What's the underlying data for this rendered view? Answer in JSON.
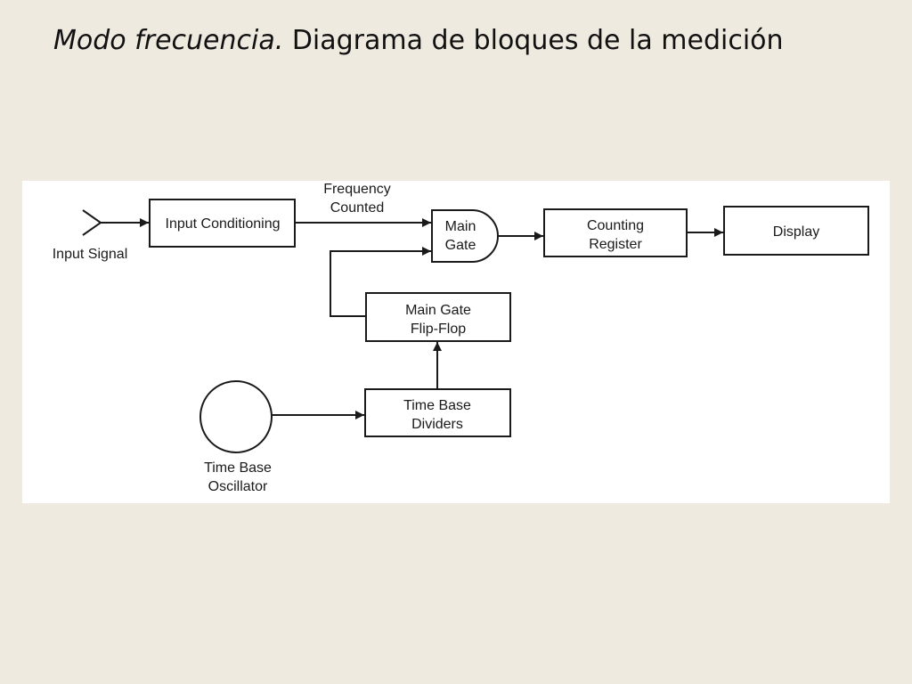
{
  "title": {
    "italic": "Modo frecuencia.",
    "normal": "Diagrama de bloques de la medición"
  },
  "diagram": {
    "input_signal": "Input Signal",
    "input_conditioning": "Input Conditioning",
    "frequency_counted": [
      "Frequency",
      "Counted"
    ],
    "main_gate": [
      "Main",
      "Gate"
    ],
    "counting_register": [
      "Counting",
      "Register"
    ],
    "display": "Display",
    "main_gate_flip_flop": [
      "Main Gate",
      "Flip-Flop"
    ],
    "time_base_dividers": [
      "Time Base",
      "Dividers"
    ],
    "time_base_oscillator": [
      "Time Base",
      "Oscillator"
    ]
  },
  "colors": {
    "background": "#eeeae0",
    "panel": "#ffffff",
    "stroke": "#1a1a1a"
  }
}
